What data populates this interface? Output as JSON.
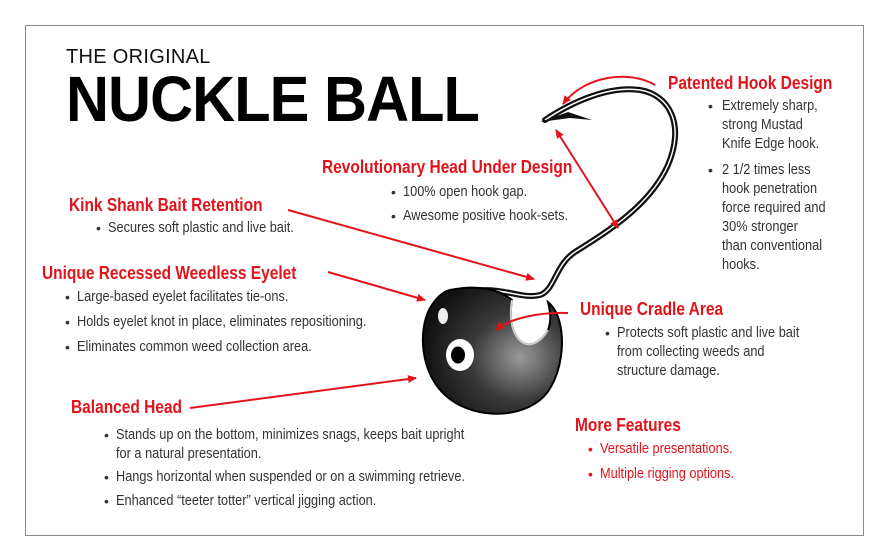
{
  "header": {
    "pretitle": "THE ORIGINAL",
    "title": "NUCKLE BALL"
  },
  "sections": {
    "patented": {
      "heading": "Patented Hook Design",
      "bullets": [
        [
          "Extremely sharp,",
          "strong Mustad",
          "Knife Edge hook."
        ],
        [
          "2 1/2 times less",
          "hook penetration",
          "force required and",
          "30% stronger",
          "than conventional",
          "hooks."
        ]
      ]
    },
    "revolutionary": {
      "heading": "Revolutionary Head Under Design",
      "bullets": [
        "100% open hook gap.",
        "Awesome positive hook-sets."
      ]
    },
    "kink": {
      "heading": "Kink Shank Bait Retention",
      "bullets": [
        "Secures soft plastic and live bait."
      ]
    },
    "eyelet": {
      "heading": "Unique Recessed Weedless Eyelet",
      "bullets": [
        "Large-based eyelet facilitates tie-ons.",
        "Holds eyelet knot in place, eliminates repositioning.",
        "Eliminates common weed collection area."
      ]
    },
    "cradle": {
      "heading": "Unique Cradle Area",
      "bullets": [
        [
          "Protects soft plastic and live bait",
          "from collecting weeds and",
          "structure damage."
        ]
      ]
    },
    "balanced": {
      "heading": "Balanced Head",
      "bullets": [
        [
          "Stands up on the bottom, minimizes snags, keeps bait upright",
          "for a natural presentation."
        ],
        "Hangs horizontal when suspended or on a swimming retrieve.",
        "Enhanced “teeter totter” vertical jigging action."
      ]
    },
    "more": {
      "heading": "More Features",
      "bullets": [
        "Versatile presentations.",
        "Multiple rigging options."
      ]
    }
  },
  "colors": {
    "accent": "#e3131b",
    "text": "#333333"
  }
}
